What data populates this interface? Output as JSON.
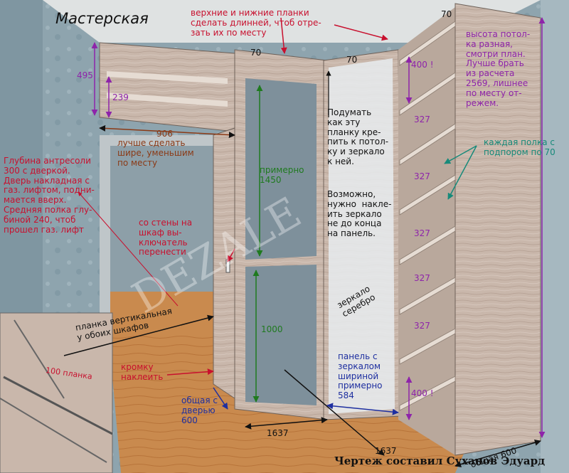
{
  "title": "Мастерская",
  "notes": {
    "top_planks": "верхние и нижние планки\nсделать длинней, чтоб отре-\nзать их по месту",
    "mezzanine": "Глубина антресоли\n300 с дверкой.\nДверь накладная с\nгаз. лифтом, подни-\nмается вверх.\nСредняя полка глу-\nбиной 240, чтоб\nпрошел газ. лифт",
    "door_width": "лучше сделать\nшире, уменьшим\nпо месту",
    "switch": "со стены на\nшкаф вы-\nключатель\nперенести",
    "fix_plank": "Подумать\nкак эту\nпланку кре-\nпить к потол-\nку и зеркало\nк ней.",
    "mirror_glue": "Возможно,\nнужно  накле-\nить зеркало\nне до конца\nна панель.",
    "mirror": "зеркало\nсеребро",
    "ceiling": "высота потол-\nка разная,\nсмотри план.\nЛучше брать\nиз расчета\n2569, лишнее\nпо месту от-\nрежем.",
    "shelf_support": "каждая полка с\nподпором по 70",
    "vertical_plank": "планка вертикальная\nу обоих шкафов",
    "edge_band": "кромку\nнаклеить",
    "total_with_door": "общая с\nдверью\n600",
    "panel_mirror": "панель с\nзеркалом\nшириной\nпримерно\n584",
    "plank_100": "100 планка",
    "approx_1450": "примерно\n1450",
    "credit": "Чертеж составил Суханов Эдуард"
  },
  "dimensions": {
    "d495": "495",
    "d239": "239",
    "d906": "906",
    "d70a": "70",
    "d70b": "70",
    "d70c": "70",
    "d1000": "1000",
    "d400a": "400 !",
    "d400b": "400 !",
    "d327": [
      "327",
      "327",
      "327",
      "327",
      "327"
    ],
    "d1637a": "1637",
    "d1637b": "1637",
    "total600": "общая 600"
  },
  "watermark": "DEZALE",
  "colors": {
    "wall": "#8fa3ad",
    "floor": "#c98a4e",
    "cabinet": "#c4b2a6",
    "red": "#c8102e",
    "magenta": "#c2185b",
    "purple": "#8e24aa",
    "green": "#1f7a1f",
    "teal": "#178a7a",
    "blue": "#1e2fa0"
  }
}
